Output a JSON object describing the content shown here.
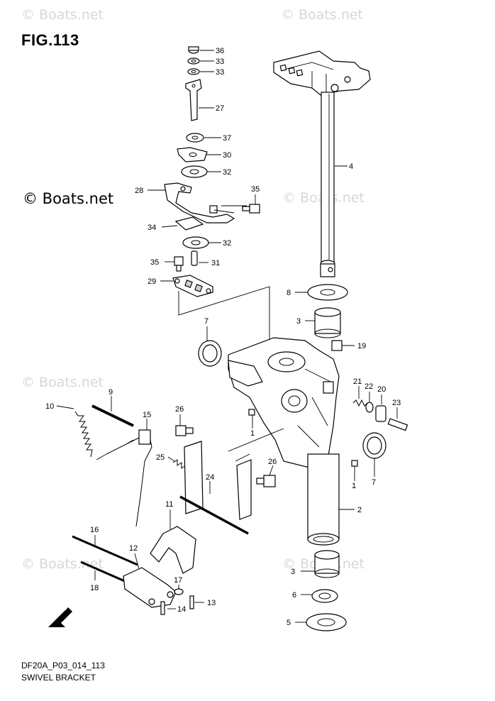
{
  "figure": {
    "title": "FIG.113",
    "brand": "© Boats.net",
    "watermark": "© Boats.net",
    "code": "DF20A_P03_014_113",
    "name": "SWIVEL BRACKET",
    "fwd": "FWD"
  },
  "callouts": {
    "c36": "36",
    "c33a": "33",
    "c33b": "33",
    "c27": "27",
    "c37": "37",
    "c30": "30",
    "c32a": "32",
    "c28": "28",
    "c35a": "35",
    "c34": "34",
    "c32b": "32",
    "c35b": "35",
    "c31": "31",
    "c29": "29",
    "c4": "4",
    "c8": "8",
    "c3a": "3",
    "c19": "19",
    "c7a": "7",
    "c21": "21",
    "c22": "22",
    "c20": "20",
    "c23": "23",
    "c1a": "1",
    "c1b": "1",
    "c7b": "7",
    "c9": "9",
    "c10": "10",
    "c15": "15",
    "c26a": "26",
    "c25": "25",
    "c26b": "26",
    "c24": "24",
    "c2": "2",
    "c11": "11",
    "c16": "16",
    "c12": "12",
    "c18": "18",
    "c17": "17",
    "c14": "14",
    "c13": "13",
    "c3b": "3",
    "c6": "6",
    "c5": "5"
  }
}
